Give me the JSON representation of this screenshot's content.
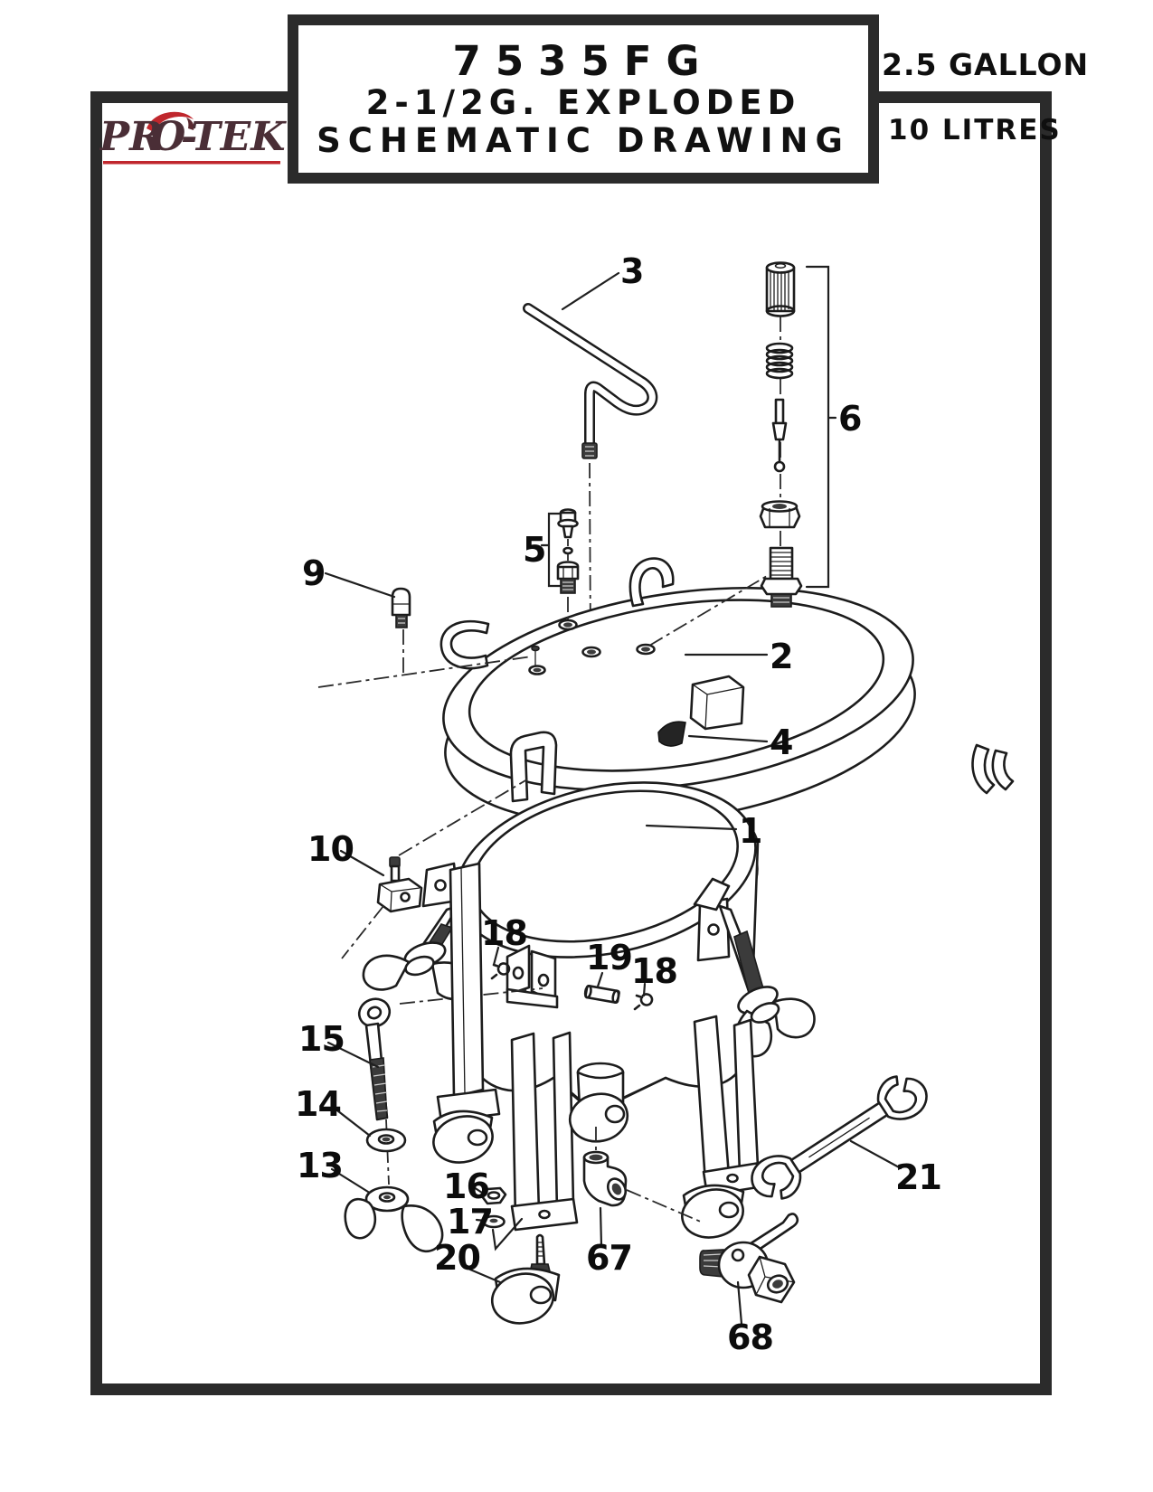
{
  "branding": {
    "logo_pr": "PR",
    "logo_o": "O",
    "logo_tek": "-TEK"
  },
  "title_block": {
    "line1": "7535FG",
    "line2": "2-1/2G. EXPLODED",
    "line3": "SCHEMATIC DRAWING"
  },
  "capacity": {
    "gallons": "2.5 GALLON",
    "litres": "10 LITRES"
  },
  "colors": {
    "frame": "#2b2b2b",
    "line_art": "#1c1c1c",
    "logo_maroon": "#4a2e36",
    "logo_red": "#c0272d"
  },
  "diagram": {
    "part_labels": [
      {
        "text": "3"
      },
      {
        "text": "6"
      },
      {
        "text": "5"
      },
      {
        "text": "9"
      },
      {
        "text": "2"
      },
      {
        "text": "4"
      },
      {
        "text": "1"
      },
      {
        "text": "10"
      },
      {
        "text": "18"
      },
      {
        "text": "19"
      },
      {
        "text": "18"
      },
      {
        "text": "15"
      },
      {
        "text": "14"
      },
      {
        "text": "13"
      },
      {
        "text": "16"
      },
      {
        "text": "17"
      },
      {
        "text": "20"
      },
      {
        "text": "67"
      },
      {
        "text": "21"
      },
      {
        "text": "68"
      }
    ]
  }
}
